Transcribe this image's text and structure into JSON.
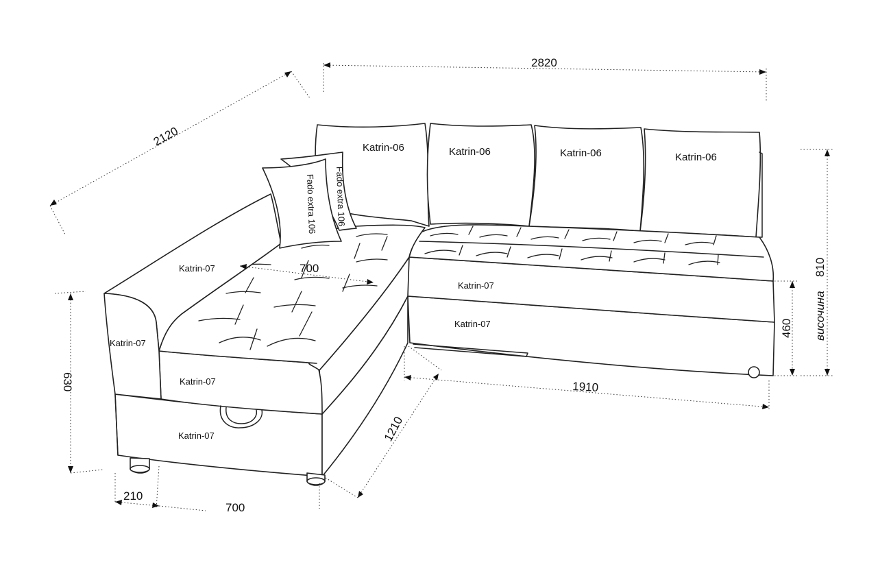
{
  "labels": {
    "back_cushions": [
      "Katrin-06",
      "Katrin-06",
      "Katrin-06",
      "Katrin-06"
    ],
    "pillow_front": "Fado extra 106",
    "pillow_back": "Fado extra 106",
    "armrest_top": "Katrin-07",
    "armrest_side": "Katrin-07",
    "chaise_front": "Katrin-07",
    "chaise_drawer": "Katrin-07",
    "right_seat_front": "Katrin-07",
    "right_drawer": "Katrin-07"
  },
  "dimensions": {
    "total_width": "2820",
    "chaise_length": "2120",
    "chaise_seat_width": "700",
    "left_height": "630",
    "armrest_width": "210",
    "chaise_width": "700",
    "chaise_depth": "1210",
    "right_seat_width": "1910",
    "seat_height": "460",
    "total_height_label": "височина",
    "total_height": "810"
  }
}
